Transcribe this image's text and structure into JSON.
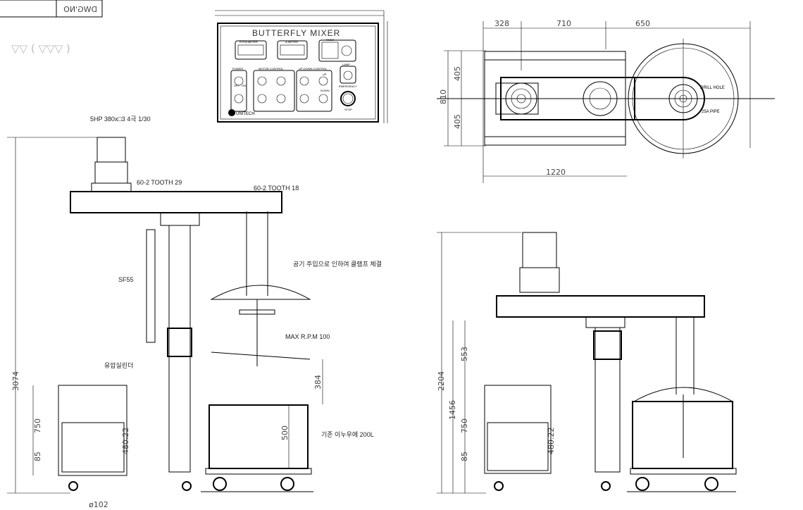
{
  "title_block": {
    "dwg_no_label": "DWG'NO"
  },
  "surface_symbol": {
    "finish": "▽▽ ( ▽▽▽ )"
  },
  "control_panel": {
    "title": "BUTTERFLY MIXER",
    "rpm_meter": "R.P.M-METER",
    "a_meter": "A-METER",
    "timer": "TIMER",
    "power": "POWER",
    "motor_control": "MOTOR CONTROL",
    "up_down_control": "UP-DOWN CONTROL",
    "lamp": "LAMP",
    "emergency": "EMERGENCY",
    "stop": "STOP",
    "off": "OFF",
    "on": "ON",
    "up": "UP",
    "down": "DOWN",
    "brand": "UNITECH"
  },
  "top_view": {
    "dims": {
      "a": "328",
      "b": "710",
      "c": "650",
      "width": "1220",
      "depth": "810",
      "half1": "405",
      "half2": "405"
    },
    "drill_hole": "DRILL HOLE",
    "pipe": "25A PIPE"
  },
  "left_elevation": {
    "motor_spec": "5HP 380x□3 4극 1/30",
    "gear1": "60-2 TOOTH 29",
    "gear2": "60-2 TOOTH 18",
    "shaft": "SF55",
    "clamp_note": "공기 주입으로 인하여 클램프 체결",
    "max_rpm": "MAX R.P.M 100",
    "cylinder": "유압실린더",
    "tank": "기존 이누우에 200L",
    "dims": {
      "total_height": "3074",
      "h750": "750",
      "h85": "85",
      "h480": "480.22",
      "h384": "384",
      "h500": "500",
      "wheel": "ø102"
    }
  },
  "right_elevation": {
    "dims": {
      "total_height": "2204",
      "h1456": "1456",
      "h553": "553",
      "h750": "750",
      "h85": "85",
      "h480": "480.22"
    }
  }
}
